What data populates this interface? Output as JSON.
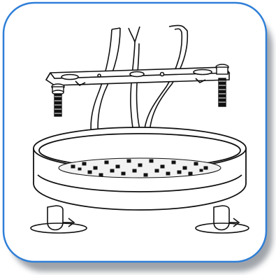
{
  "figure": {
    "description_free": true,
    "accent": "#2f7fd8",
    "shadow": "#8f949b",
    "ink": "#111111",
    "steps": {
      "parts": [
        "mounting-bracket",
        "mounting-screws",
        "supply-wires",
        "ring-light-fixture",
        "led-array",
        "twist-lock-left",
        "twist-lock-right"
      ]
    }
  }
}
